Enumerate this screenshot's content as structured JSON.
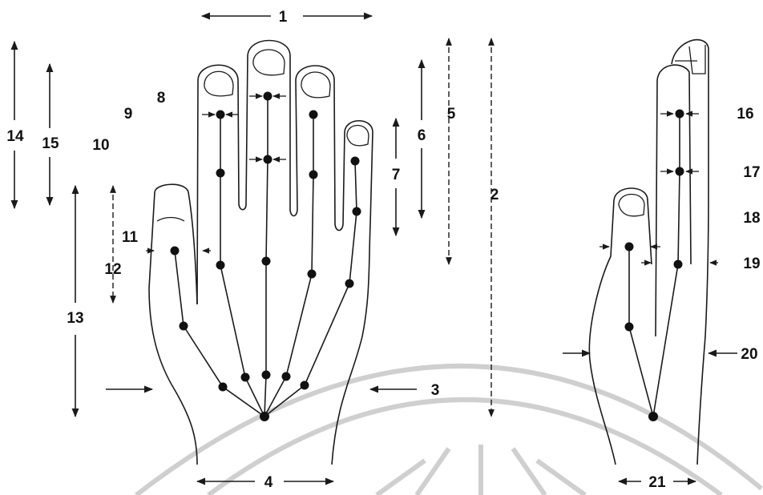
{
  "labels": {
    "l1": "1",
    "l2": "2",
    "l3": "3",
    "l4": "4",
    "l5": "5",
    "l6": "6",
    "l7": "7",
    "l8": "8",
    "l9": "9",
    "l10": "10",
    "l11": "11",
    "l12": "12",
    "l13": "13",
    "l14": "14",
    "l15": "15",
    "l16": "16",
    "l17": "17",
    "l18": "18",
    "l19": "19",
    "l20": "20",
    "l21": "21"
  },
  "colors": {
    "ink": "#1a1a1a",
    "watermark": "#cfcfcf",
    "background": "#ffffff"
  }
}
